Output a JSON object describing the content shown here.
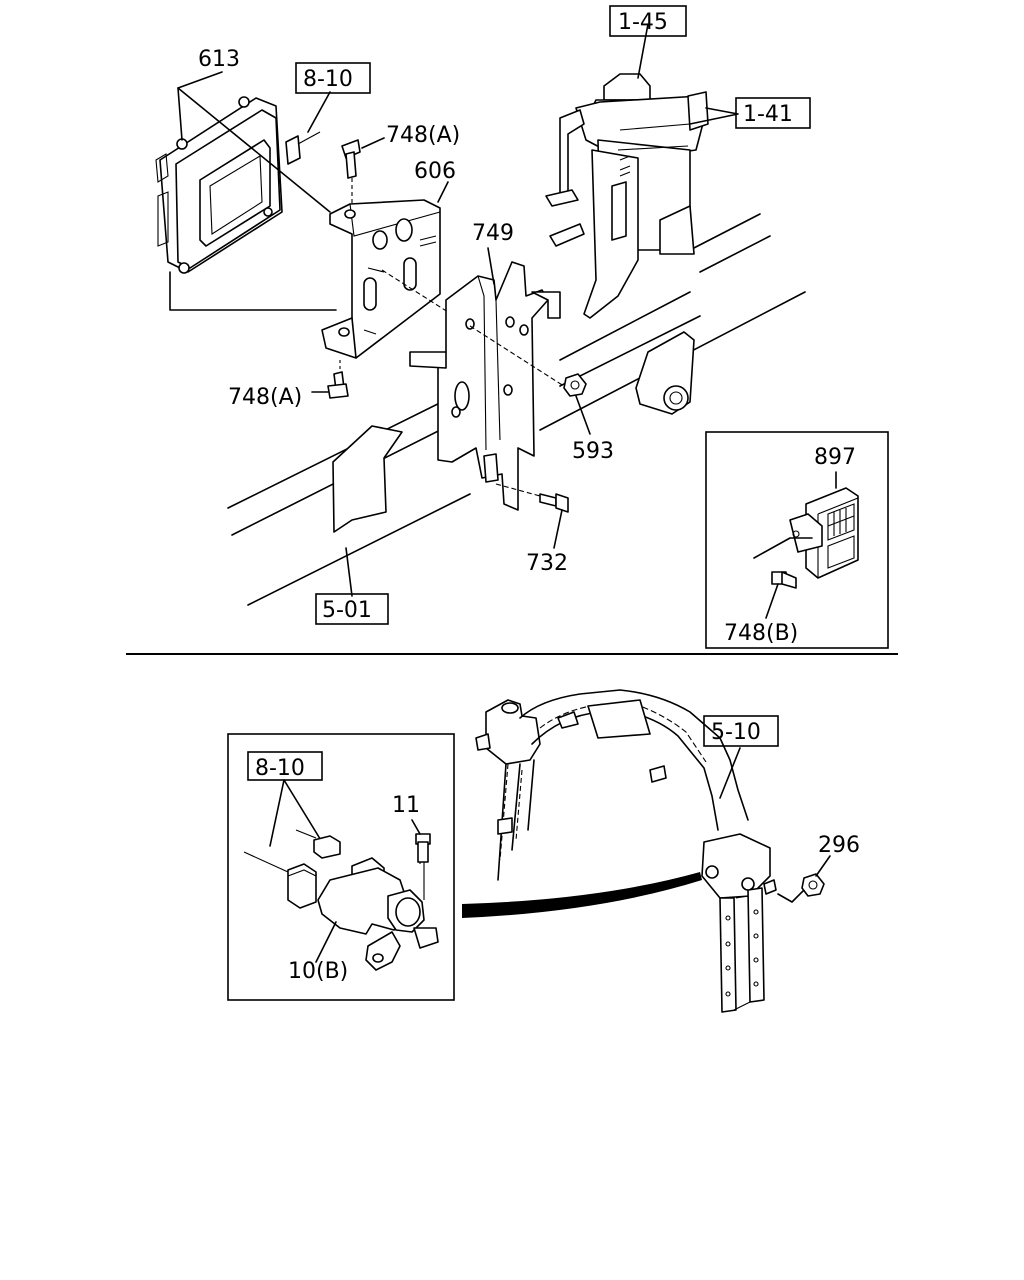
{
  "labels": {
    "part_613": "613",
    "ref_8_10_top": "8-10",
    "part_748a_top": "748(A)",
    "part_606": "606",
    "ref_1_45": "1-45",
    "ref_1_41": "1-41",
    "part_749": "749",
    "part_748a_bottom": "748(A)",
    "part_593": "593",
    "part_732": "732",
    "ref_5_01": "5-01",
    "part_897": "897",
    "part_748b": "748(B)",
    "ref_5_10": "5-10",
    "ref_8_10_bottom": "8-10",
    "part_11": "11",
    "part_296": "296",
    "part_10b": "10(B)"
  },
  "colors": {
    "line": "#000000",
    "background": "#ffffff"
  }
}
